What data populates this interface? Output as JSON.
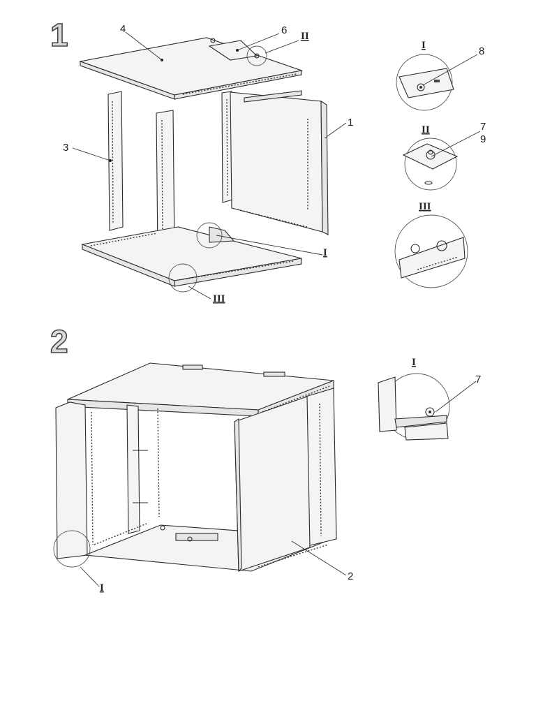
{
  "steps": {
    "step1": "1",
    "step2": "2"
  },
  "callouts": {
    "s1_4": "4",
    "s1_6": "6",
    "s1_II": "II",
    "s1_1": "1",
    "s1_3": "3",
    "s1_I": "I",
    "s1_III": "III",
    "d1_I": "I",
    "d1_8": "8",
    "d2_II": "II",
    "d2_7": "7",
    "d2_9": "9",
    "d3_III": "III",
    "s2_I": "I",
    "s2_2": "2",
    "d4_I": "I",
    "d4_7": "7"
  }
}
